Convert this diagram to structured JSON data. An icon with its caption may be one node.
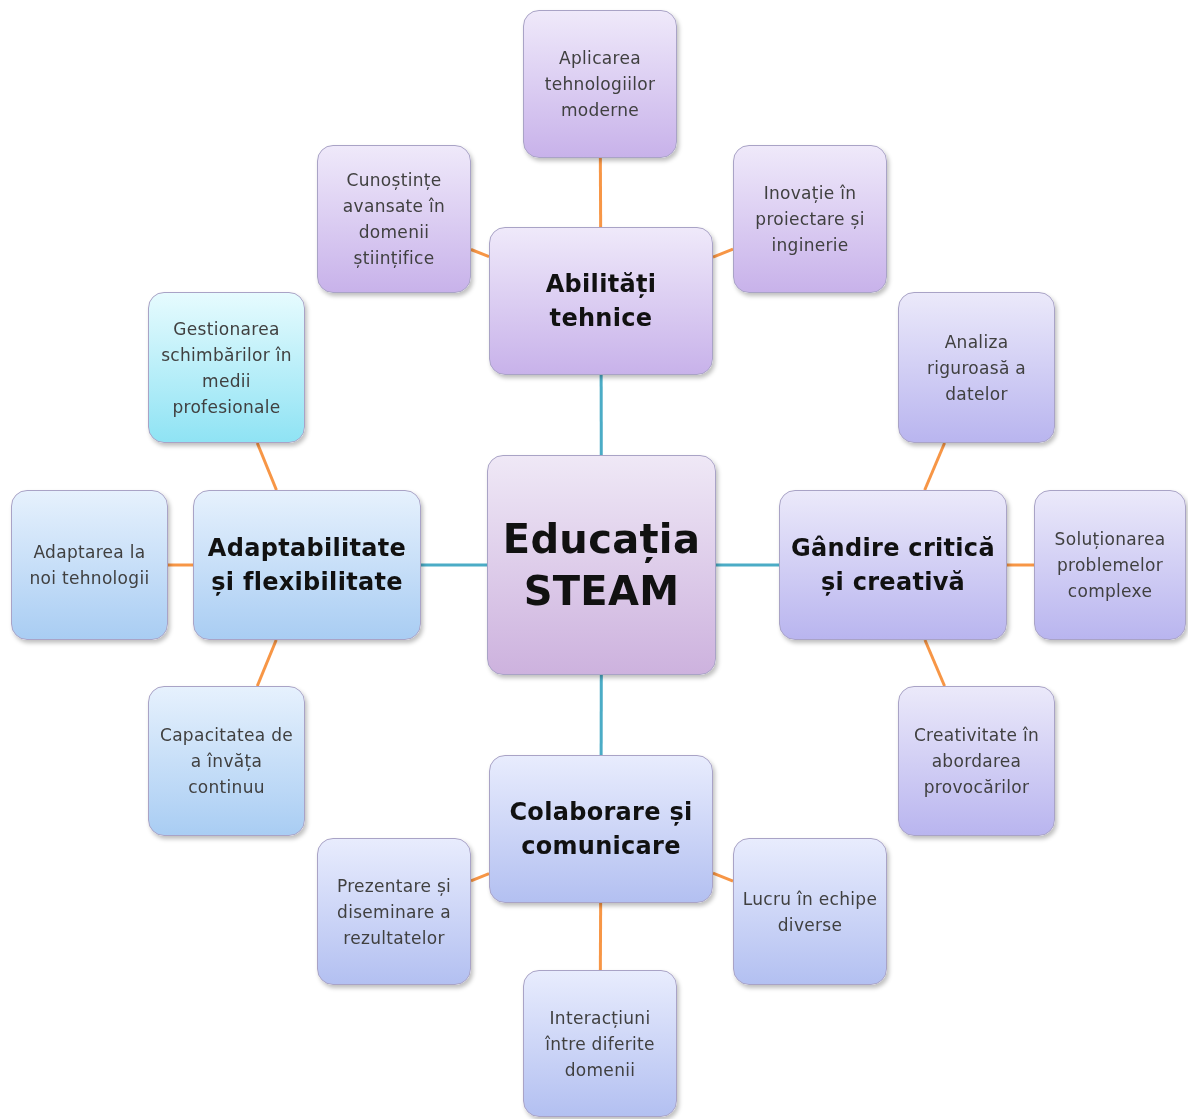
{
  "diagram": {
    "nodes": [
      {
        "text": [
          "Educația STEAM"
        ]
      },
      {
        "text": [
          "Abilități tehnice"
        ]
      },
      {
        "text": [
          "Aplicarea tehnologiilor moderne"
        ]
      },
      {
        "text": [
          "Cunoștințe avansate în domenii științifice"
        ]
      },
      {
        "text": [
          "Inovație în proiectare și inginerie"
        ]
      },
      {
        "text": [
          "Gândire critică și creativă"
        ]
      },
      {
        "text": [
          "Analiza riguroasă a datelor"
        ]
      },
      {
        "text": [
          "Soluționarea problemelor complexe"
        ]
      },
      {
        "text": [
          "Creativitate în abordarea provocărilor"
        ]
      },
      {
        "text": [
          "Colaborare și comunicare"
        ]
      },
      {
        "text": [
          "Prezentare și diseminare a rezultatelor"
        ]
      },
      {
        "text": [
          "Lucru în echipe diverse"
        ]
      },
      {
        "text": [
          "Interacțiuni între diferite domenii"
        ]
      },
      {
        "text": [
          "Adaptabilitate și flexibilitate"
        ]
      },
      {
        "text": [
          "Gestionarea schimbărilor în medii profesionale"
        ]
      },
      {
        "text": [
          "Adaptarea la noi tehnologii"
        ]
      },
      {
        "text": [
          "Capacitatea de a învăța continuu"
        ]
      }
    ],
    "edges": [
      {
        "from": 0,
        "to": 1,
        "arrow": "none",
        "color": "#4bacc6"
      },
      {
        "from": 0,
        "to": 5,
        "arrow": "none",
        "color": "#4bacc6"
      },
      {
        "from": 0,
        "to": 9,
        "arrow": "none",
        "color": "#4bacc6"
      },
      {
        "from": 0,
        "to": 13,
        "arrow": "none",
        "color": "#4bacc6"
      },
      {
        "from": 1,
        "to": 2,
        "arrow": "none"
      },
      {
        "from": 1,
        "to": 3,
        "arrow": "none"
      },
      {
        "from": 1,
        "to": 4,
        "arrow": "none"
      },
      {
        "from": 5,
        "to": 6,
        "arrow": "none"
      },
      {
        "from": 5,
        "to": 7,
        "arrow": "none"
      },
      {
        "from": 5,
        "to": 8,
        "arrow": "none"
      },
      {
        "from": 9,
        "to": 10,
        "arrow": "none"
      },
      {
        "from": 9,
        "to": 11,
        "arrow": "none"
      },
      {
        "from": 9,
        "to": 12,
        "arrow": "none"
      },
      {
        "from": 13,
        "to": 14,
        "arrow": "none"
      },
      {
        "from": 13,
        "to": 15,
        "arrow": "none"
      },
      {
        "from": 13,
        "to": 16,
        "arrow": "none"
      }
    ]
  }
}
